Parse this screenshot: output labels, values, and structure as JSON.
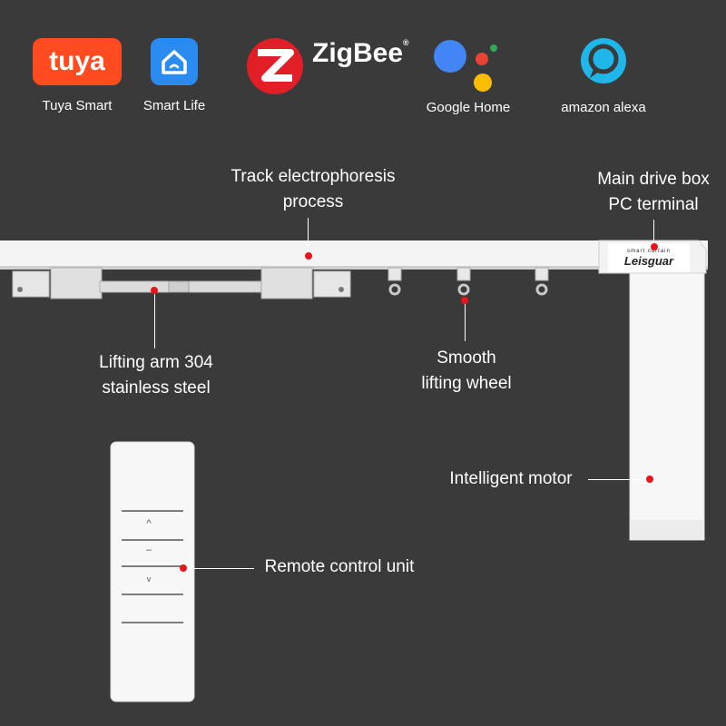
{
  "logos": {
    "tuya": {
      "mark": "tuya",
      "label": "Tuya Smart",
      "color": "#ff4b1f"
    },
    "smart_life": {
      "label": "Smart Life",
      "color": "#2a8cf0"
    },
    "zigbee": {
      "wordmark": "ZigBee",
      "reg": "®",
      "color": "#e21f26"
    },
    "google_home": {
      "label": "Google Home"
    },
    "alexa": {
      "label": "amazon alexa",
      "color": "#1fb6ea"
    }
  },
  "callouts": {
    "track": [
      "Track electrophoresis",
      "process"
    ],
    "drive_box": [
      "Main drive box",
      "PC terminal"
    ],
    "lifting_arm": [
      "Lifting arm 304",
      "stainless steel"
    ],
    "wheel": [
      "Smooth",
      "lifting wheel"
    ],
    "motor": "Intelligent motor",
    "remote": "Remote control unit"
  },
  "product": {
    "brand_small": "smart curtain",
    "brand": "Leisguar"
  },
  "remote_buttons": {
    "up": "^",
    "stop": "–",
    "down": "v"
  },
  "colors": {
    "background": "#3a3a3a",
    "marker": "#e8141c",
    "google_blue": "#4285f4",
    "google_red": "#ea4335",
    "google_yellow": "#fbbc05",
    "google_green": "#34a853"
  }
}
